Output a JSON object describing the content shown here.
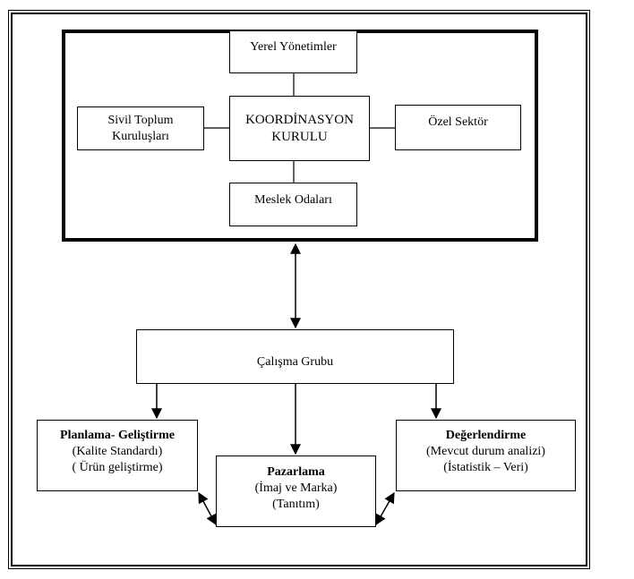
{
  "coordination": {
    "center": [
      "KOORDİNASYON",
      "KURULU"
    ],
    "top": "Yerel Yönetimler",
    "left": [
      "Sivil Toplum",
      "Kuruluşları"
    ],
    "right": "Özel Sektör",
    "bottom": "Meslek Odaları"
  },
  "working_group": "Çalışma Grubu",
  "branches": {
    "planning": {
      "title": "Planlama- Geliştirme",
      "lines": [
        "(Kalite Standardı)",
        "( Ürün geliştirme)"
      ]
    },
    "marketing": {
      "title": "Pazarlama",
      "lines": [
        "(İmaj ve Marka)",
        "(Tanıtım)"
      ]
    },
    "evaluation": {
      "title": "Değerlendirme",
      "lines": [
        "(Mevcut durum analizi)",
        "(İstatistik – Veri)"
      ]
    }
  }
}
